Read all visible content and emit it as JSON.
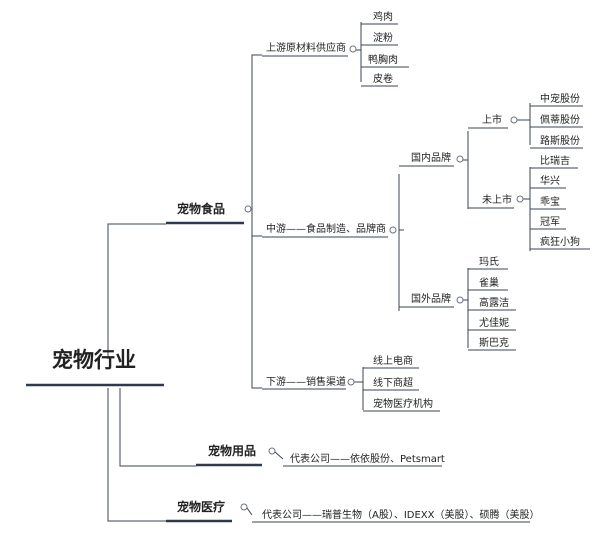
{
  "root": {
    "label": "宠物行业"
  },
  "branches": {
    "food": {
      "label": "宠物食品",
      "upstream": {
        "label": "上游原材料供应商",
        "items": [
          "鸡肉",
          "淀粉",
          "鸭胸肉",
          "皮卷"
        ]
      },
      "midstream": {
        "label": "中游——食品制造、品牌商",
        "domestic": {
          "label": "国内品牌",
          "listed": {
            "label": "上市",
            "items": [
              "中宠股份",
              "佩蒂股份",
              "路斯股份"
            ]
          },
          "unlisted": {
            "label": "未上市",
            "items": [
              "比瑞吉",
              "华兴",
              "乖宝",
              "冠军",
              "疯狂小狗"
            ]
          }
        },
        "foreign": {
          "label": "国外品牌",
          "items": [
            "玛氏",
            "雀巢",
            "高露洁",
            "尤佳妮",
            "斯巴克"
          ]
        }
      },
      "downstream": {
        "label": "下游——销售渠道",
        "items": [
          "线上电商",
          "线下商超",
          "宠物医疗机构"
        ]
      }
    },
    "supplies": {
      "label": "宠物用品",
      "rep": "代表公司——依依股份、Petsmart"
    },
    "medical": {
      "label": "宠物医疗",
      "rep": "代表公司——瑞普生物（A股）、IDEXX（美股）、硕腾（美股）"
    }
  },
  "colors": {
    "line": "#3b4656",
    "thick": "#2e3a4c",
    "circle": "#6b7380"
  }
}
